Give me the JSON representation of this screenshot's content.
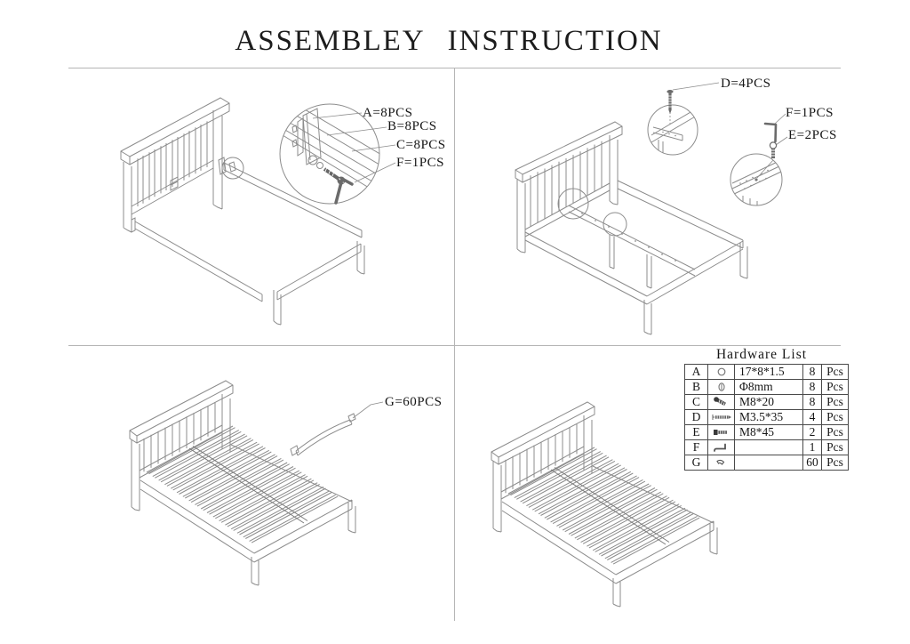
{
  "title": "ASSEMBLEY INSTRUCTION",
  "callouts": {
    "q1": [
      "A=8PCS",
      "B=8PCS",
      "C=8PCS",
      "F=1PCS"
    ],
    "q2": [
      "D=4PCS",
      "F=1PCS",
      "E=2PCS"
    ],
    "q3": [
      "G=60PCS"
    ]
  },
  "hardware_list": {
    "title": "Hardware List",
    "rows": [
      {
        "id": "A",
        "icon": "washer-icon",
        "spec": "17*8*1.5",
        "qty": "8",
        "unit": "Pcs"
      },
      {
        "id": "B",
        "icon": "barrel-nut-icon",
        "spec": "Φ8mm",
        "qty": "8",
        "unit": "Pcs"
      },
      {
        "id": "C",
        "icon": "short-bolt-icon",
        "spec": "M8*20",
        "qty": "8",
        "unit": "Pcs"
      },
      {
        "id": "D",
        "icon": "long-screw-icon",
        "spec": "M3.5*35",
        "qty": "4",
        "unit": "Pcs"
      },
      {
        "id": "E",
        "icon": "hex-bolt-icon",
        "spec": "M8*45",
        "qty": "2",
        "unit": "Pcs"
      },
      {
        "id": "F",
        "icon": "allen-key-icon",
        "spec": "",
        "qty": "1",
        "unit": "Pcs"
      },
      {
        "id": "G",
        "icon": "slat-clip-icon",
        "spec": "",
        "qty": "60",
        "unit": "Pcs"
      }
    ]
  }
}
